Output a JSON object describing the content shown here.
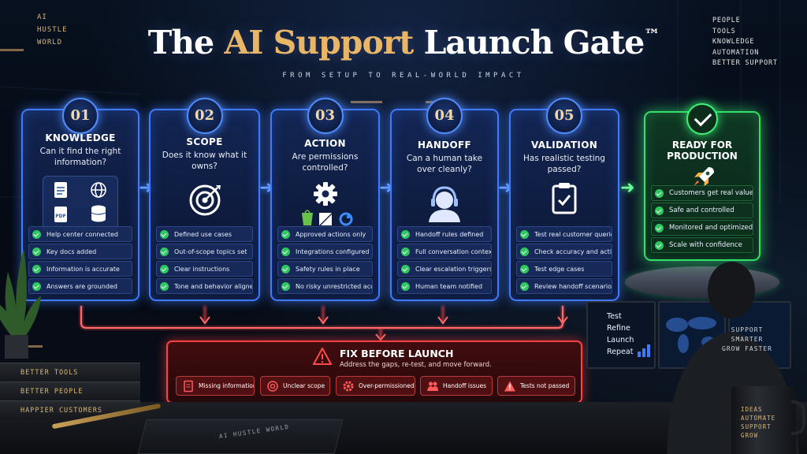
{
  "brand": [
    "AI",
    "HUSTLE",
    "WORLD"
  ],
  "tagline": [
    "PEOPLE",
    "TOOLS",
    "KNOWLEDGE",
    "AUTOMATION",
    "BETTER SUPPORT"
  ],
  "title": {
    "before": "The ",
    "highlight": "AI Support",
    "after": " Launch Gate",
    "tm": "™"
  },
  "subtitle": "FROM SETUP TO REAL-WORLD IMPACT",
  "stages": [
    {
      "num": "01",
      "name": "KNOWLEDGE",
      "question": "Can it find the right information?",
      "icons": [
        "document-icon",
        "globe-icon",
        "pdf-icon",
        "database-icon"
      ],
      "icon_pdf_label": "PDF",
      "checks": [
        "Help center connected",
        "Key docs added",
        "Information is accurate",
        "Answers are grounded"
      ]
    },
    {
      "num": "02",
      "name": "SCOPE",
      "question": "Does it know what it owns?",
      "icons": [
        "target-icon"
      ],
      "checks": [
        "Defined use cases",
        "Out-of-scope topics set",
        "Clear instructions",
        "Tone and behavior aligned"
      ]
    },
    {
      "num": "03",
      "name": "ACTION",
      "question": "Are permissions controlled?",
      "icons": [
        "gear-icon",
        "shopify-icon",
        "zendesk-icon",
        "integration-icon"
      ],
      "checks": [
        "Approved actions only",
        "Integrations configured",
        "Safety rules in place",
        "No risky unrestricted access"
      ]
    },
    {
      "num": "04",
      "name": "HANDOFF",
      "question": "Can a human take over cleanly?",
      "icons": [
        "headset-agent-icon"
      ],
      "checks": [
        "Handoff rules defined",
        "Full conversation context",
        "Clear escalation triggers",
        "Human team notified"
      ]
    },
    {
      "num": "05",
      "name": "VALIDATION",
      "question": "Has realistic testing passed?",
      "icons": [
        "clipboard-check-icon"
      ],
      "checks": [
        "Test real customer queries",
        "Check accuracy and actions",
        "Test edge cases",
        "Review handoff scenarios"
      ]
    }
  ],
  "ready": {
    "title_lines": [
      "READY FOR",
      "PRODUCTION"
    ],
    "icon": "rocket-icon",
    "checks": [
      "Customers get real value",
      "Safe and controlled",
      "Monitored and optimized",
      "Scale with confidence"
    ]
  },
  "fix": {
    "title": "FIX BEFORE LAUNCH",
    "subtitle": "Address the gaps, re-test, and move forward.",
    "issues": [
      {
        "label": "Missing information",
        "icon": "document-icon"
      },
      {
        "label": "Unclear scope",
        "icon": "target-icon"
      },
      {
        "label": "Over-permissioned",
        "icon": "gear-icon"
      },
      {
        "label": "Handoff issues",
        "icon": "people-icon"
      },
      {
        "label": "Tests not passed",
        "icon": "warning-icon"
      }
    ]
  },
  "monitor_text": [
    "Test",
    "Refine",
    "Launch",
    "Repeat"
  ],
  "shirt_text": [
    "SUPPORT",
    "SMARTER",
    "GROW FASTER"
  ],
  "books": [
    "BETTER TOOLS",
    "BETTER PEOPLE",
    "HAPPIER CUSTOMERS"
  ],
  "notebook_text": "AI HUSTLE WORLD",
  "mug_text": [
    "IDEAS",
    "AUTOMATE",
    "SUPPORT",
    "GROW"
  ],
  "colors": {
    "stage_border": "#3f7bff",
    "ready_border": "#34e06a",
    "fix_border": "#ff4141",
    "check": "#2fc761",
    "title_highlight": "#e9b567"
  }
}
